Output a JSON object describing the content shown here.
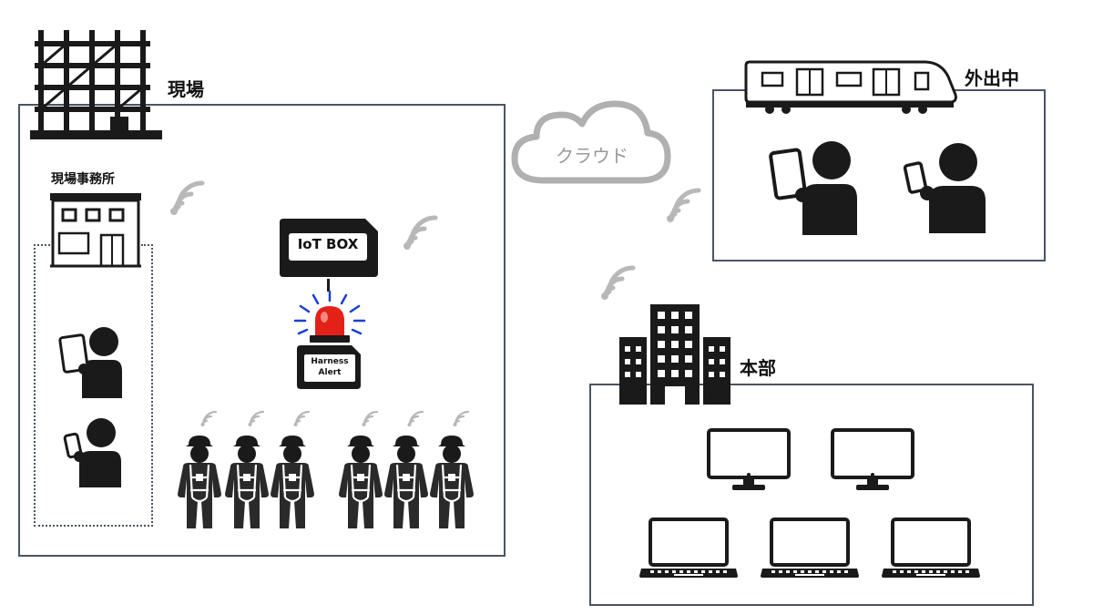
{
  "site": {
    "label": "現場",
    "office_label": "現場事務所"
  },
  "cloud": {
    "label": "クラウド"
  },
  "mobile": {
    "label": "外出中"
  },
  "hq": {
    "label": "本部"
  },
  "iot": {
    "label": "IoT BOX"
  },
  "alert": {
    "line1": "Harness",
    "line2": "Alert"
  },
  "colors": {
    "frame": "#4a5563",
    "icon": "#1a1a1a",
    "wifi": "#b8b8b8",
    "cloud": "#b0b0b0",
    "beacon_red": "#e32119",
    "beacon_rays": "#1a3fd6"
  }
}
